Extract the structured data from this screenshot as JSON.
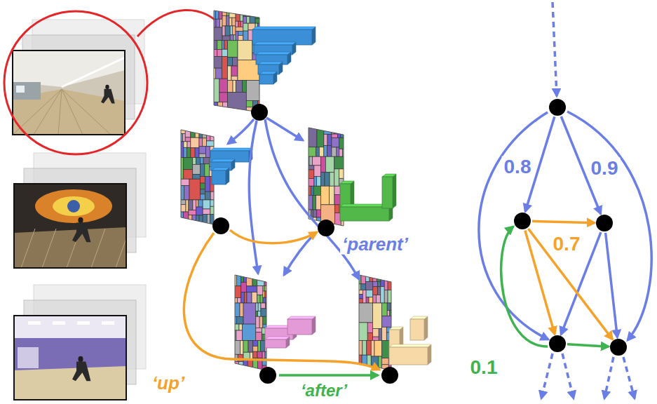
{
  "diagram": {
    "labels": [
      "‘parent’",
      "‘up’",
      "‘after’",
      "0.8",
      "0.9",
      "0.7",
      "0.1"
    ]
  }
}
